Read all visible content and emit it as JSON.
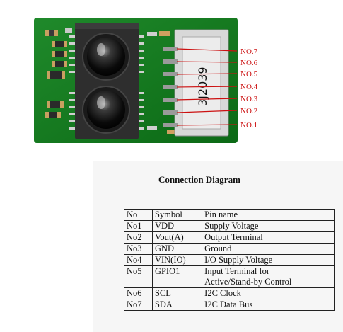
{
  "pcb": {
    "silkscreen": "3J2039",
    "pin_labels": [
      "NO.7",
      "NO.6",
      "NO.5",
      "NO.4",
      "NO.3",
      "NO.2",
      "NO.1"
    ],
    "colors": {
      "board": "#0f7a1a",
      "sensor_body": "#2e2e2e",
      "connector": "#d8d8d8",
      "label": "#cc1111"
    }
  },
  "diagram": {
    "title": "Connection Diagram",
    "columns": [
      "No",
      "Symbol",
      "Pin name"
    ],
    "rows": [
      {
        "no": "No1",
        "symbol": "VDD",
        "name": "Supply Voltage"
      },
      {
        "no": "No2",
        "symbol": "Vout(A)",
        "name": "Output Terminal"
      },
      {
        "no": "No3",
        "symbol": "GND",
        "name": "Ground"
      },
      {
        "no": "No4",
        "symbol": "VIN(IO)",
        "name": "I/O Supply Voltage"
      },
      {
        "no": "No5",
        "symbol": "GPIO1",
        "name": "Input Terminal for",
        "name2": "Active/Stand-by Control"
      },
      {
        "no": "No6",
        "symbol": "SCL",
        "name": "I2C Clock"
      },
      {
        "no": "No7",
        "symbol": "SDA",
        "name": "I2C Data Bus"
      }
    ]
  }
}
